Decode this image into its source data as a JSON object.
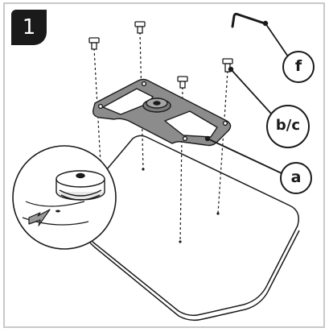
{
  "step": {
    "number": "1"
  },
  "callouts": {
    "f": "f",
    "bc": "b/c",
    "a": "a"
  },
  "icons": {
    "arrow": "arrow-down-left-icon"
  },
  "colors": {
    "line": "#1a1a1a",
    "plate_fill": "#8c8c8c",
    "arrow_fill": "#9a9a9a",
    "frame": "#c9c9c9"
  }
}
